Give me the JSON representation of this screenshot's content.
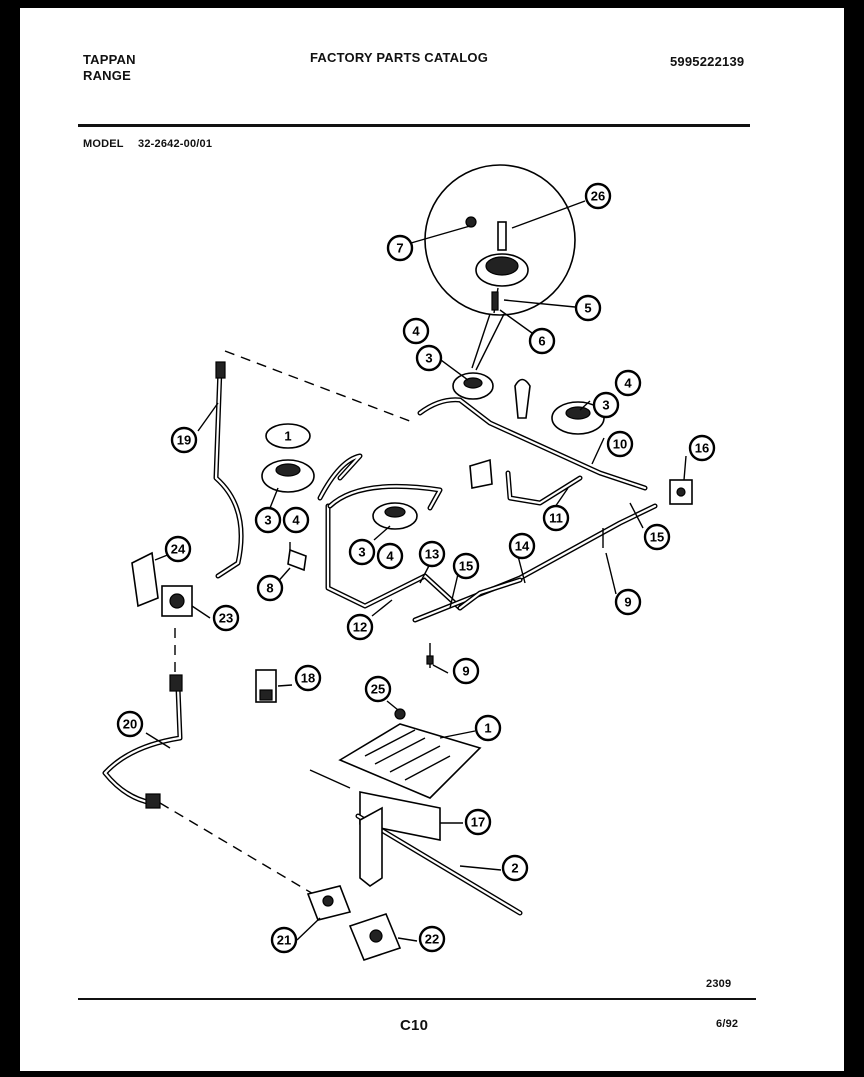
{
  "header": {
    "brand_line1": "TAPPAN",
    "brand_line2": "RANGE",
    "catalog_title": "FACTORY PARTS CATALOG",
    "catalog_number": "5995222139",
    "model_label": "MODEL",
    "model_number": "32-2642-00/01"
  },
  "footer": {
    "drawing_number": "2309",
    "page_code": "C10",
    "date_code": "6/92"
  },
  "callouts": [
    "26",
    "7",
    "5",
    "6",
    "4",
    "3",
    "4",
    "3",
    "10",
    "16",
    "19",
    "1",
    "3",
    "4",
    "11",
    "15",
    "3",
    "4",
    "13",
    "15",
    "14",
    "24",
    "8",
    "23",
    "12",
    "9",
    "9",
    "18",
    "25",
    "1",
    "20",
    "17",
    "2",
    "21",
    "22"
  ]
}
